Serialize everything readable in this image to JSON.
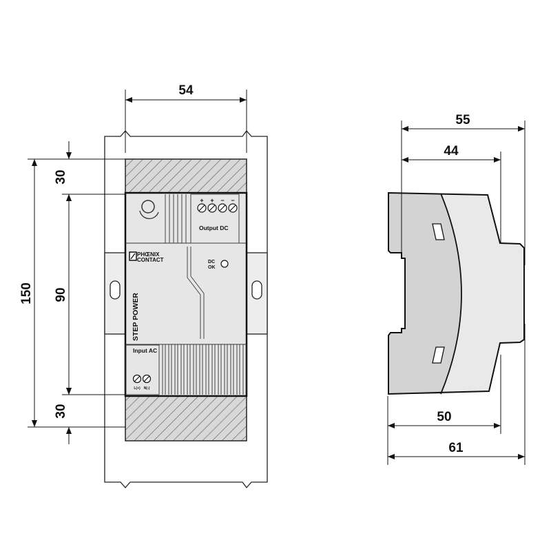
{
  "front_view": {
    "dimensions": {
      "width": "54",
      "total_height": "150",
      "top_margin": "30",
      "middle_height": "90",
      "bottom_margin": "30"
    },
    "device": {
      "brand_line1": "PHŒNIX",
      "brand_line2": "CONTACT",
      "product": "STEP POWER",
      "output_label": "Output DC",
      "input_label": "Input AC",
      "status_line1": "DC",
      "status_line2": "OK",
      "output_polarity": [
        "+",
        "+",
        "−",
        "−"
      ],
      "input_terminals": [
        "L(+)",
        "N(-)"
      ]
    }
  },
  "side_view": {
    "dimensions": {
      "overall_depth_top": "55",
      "depth_top": "44",
      "depth_bottom": "50",
      "overall_depth_bottom": "61"
    }
  },
  "colors": {
    "body_dark": "#d3d3d4",
    "body_light": "#e9e9ea",
    "rail": "#ededee"
  }
}
